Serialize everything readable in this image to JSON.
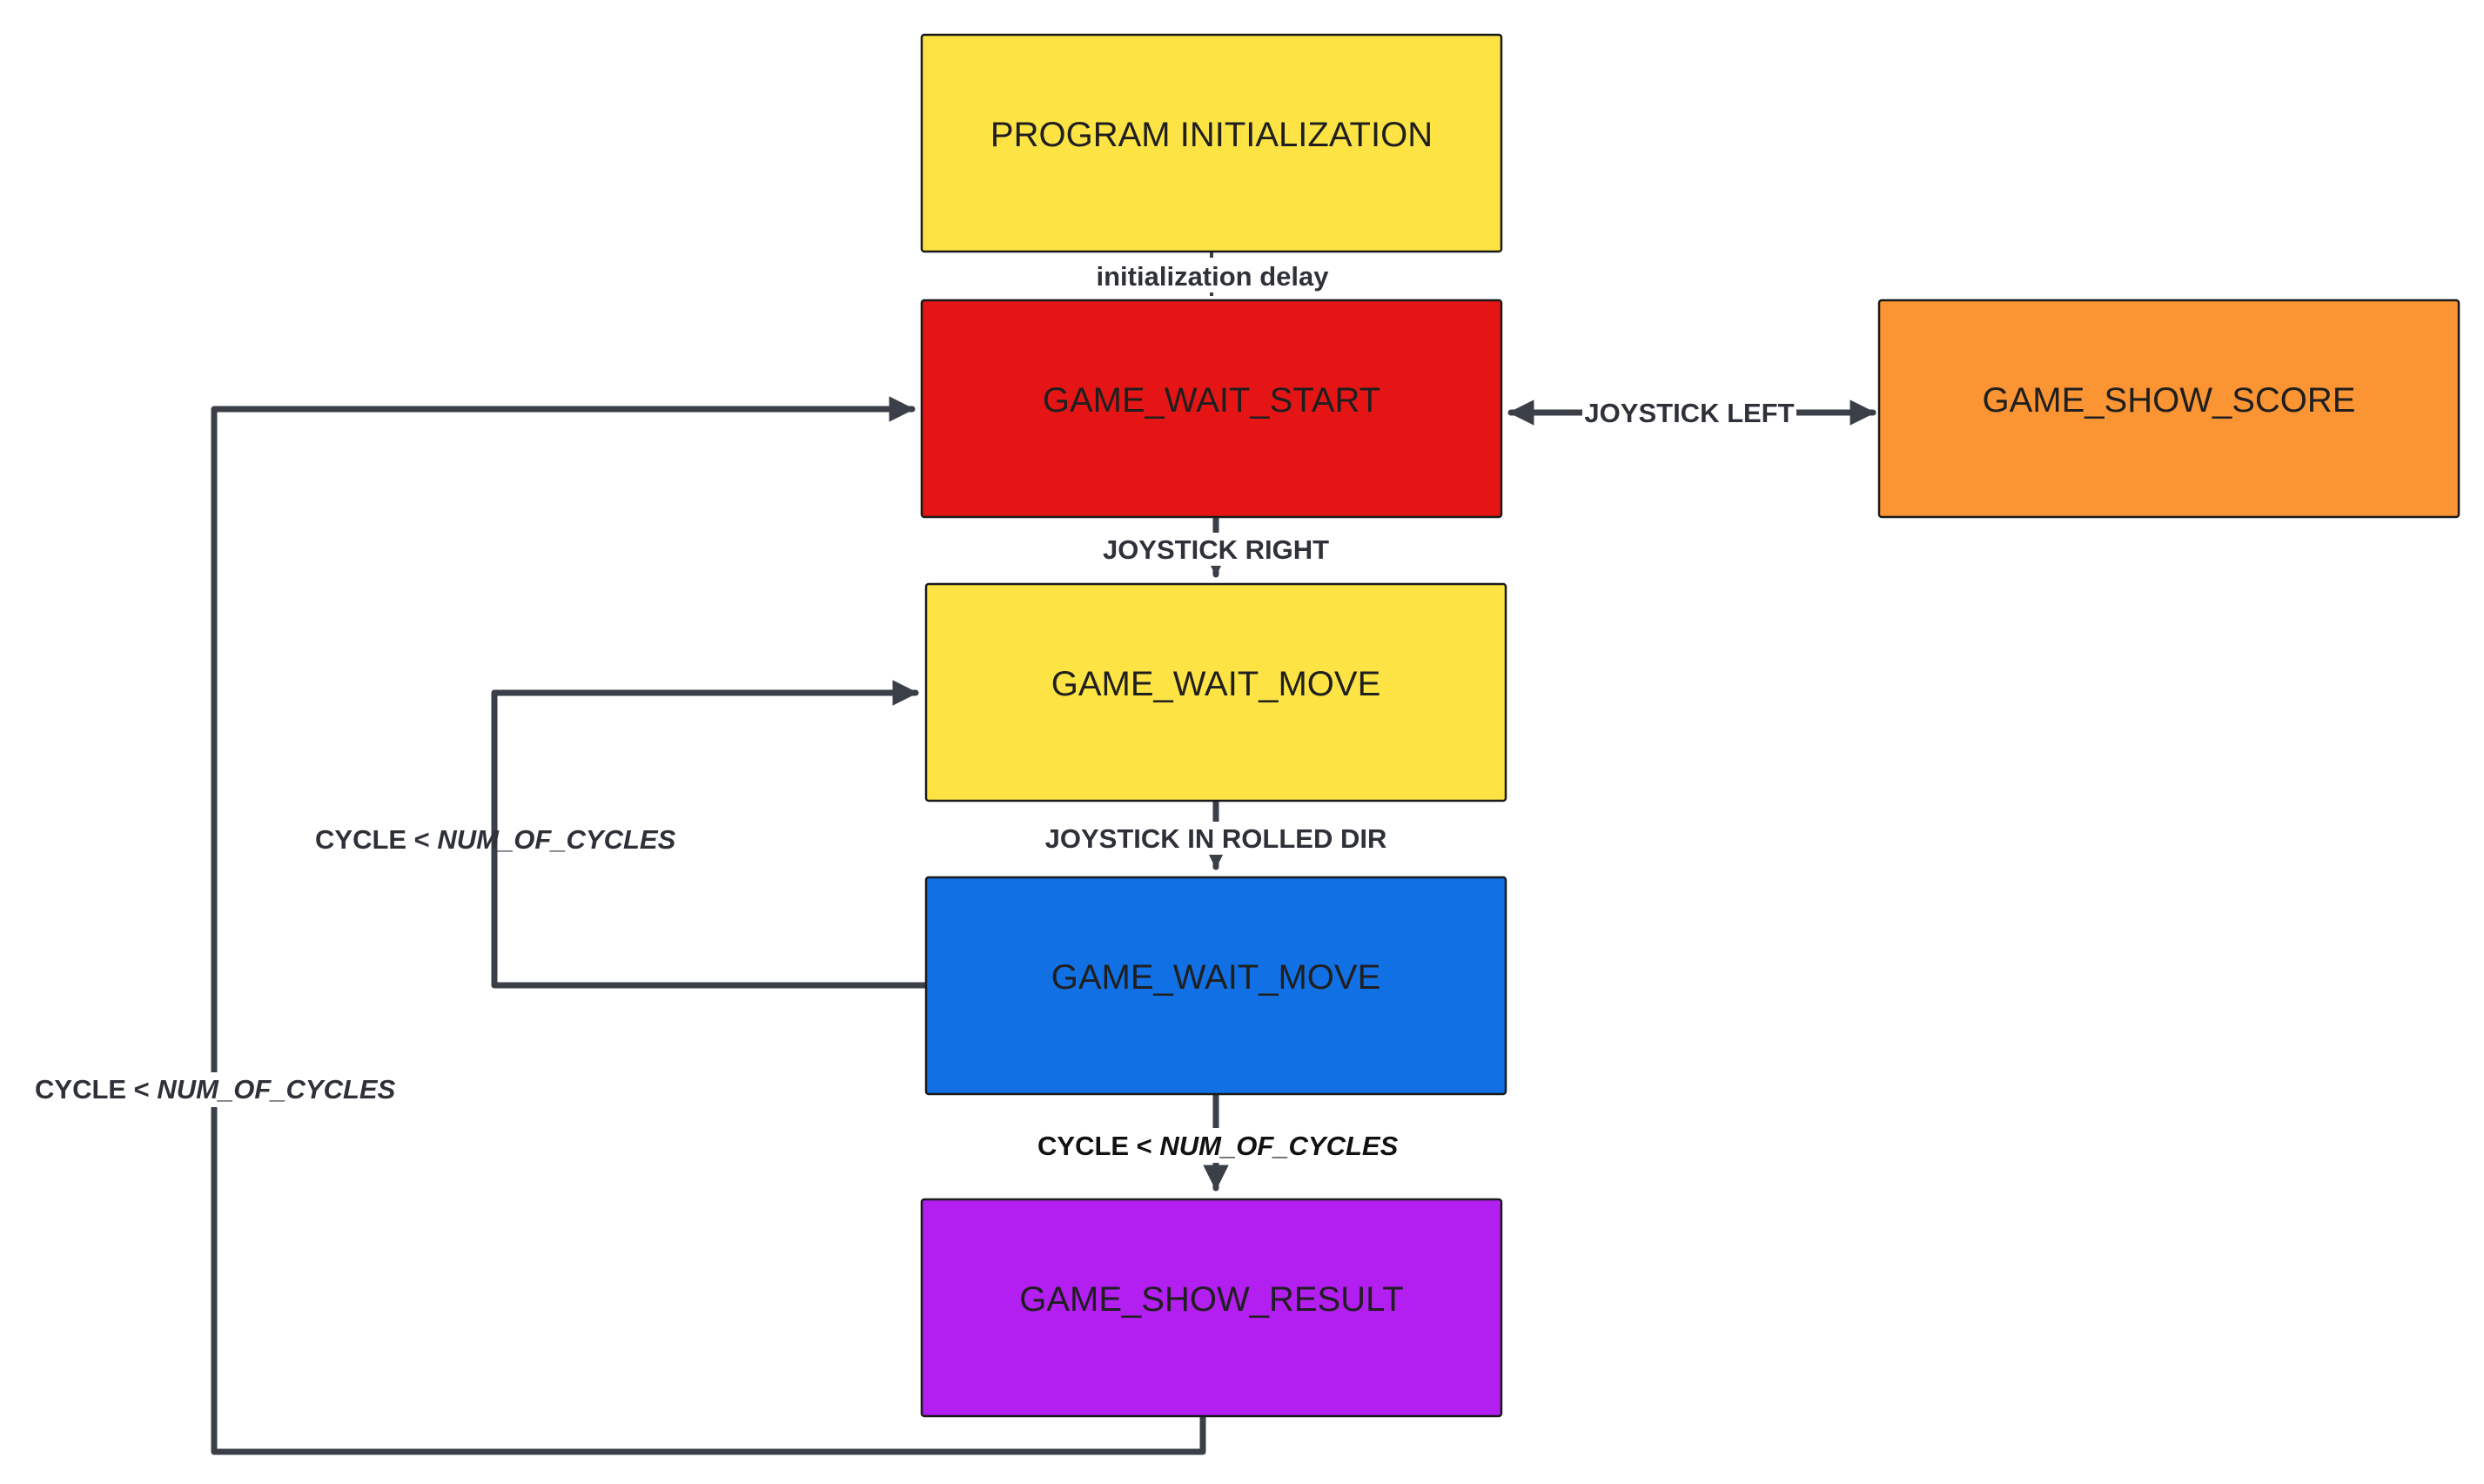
{
  "colors": {
    "yellow": "#fde444",
    "red": "#e61515",
    "orange": "#fb9433",
    "blue": "#1170e4",
    "purple": "#b21ff0",
    "edge": "#3a3f48",
    "text": "#1f1f1f"
  },
  "nodes": {
    "program_init": {
      "label": "PROGRAM INITIALIZATION"
    },
    "wait_start": {
      "label": "GAME_WAIT_START"
    },
    "show_score": {
      "label": "GAME_SHOW_SCORE"
    },
    "wait_move_1": {
      "label": "GAME_WAIT_MOVE"
    },
    "wait_move_2": {
      "label": "GAME_WAIT_MOVE"
    },
    "show_result": {
      "label": "GAME_SHOW_RESULT"
    }
  },
  "edges": {
    "init_to_start": {
      "label": "initialization delay"
    },
    "start_score": {
      "label": "JOYSTICK LEFT"
    },
    "start_to_move": {
      "label": "JOYSTICK RIGHT"
    },
    "move_to_move2": {
      "label": "JOYSTICK IN ROLLED DIR"
    },
    "move2_loop": {
      "label_prefix": "CYCLE < ",
      "label_var": "NUM_OF_CYCLES"
    },
    "move2_to_result": {
      "label_prefix": "CYCLE < ",
      "label_var": "NUM_OF_CYCLES"
    },
    "result_loop": {
      "label_prefix": "CYCLE < ",
      "label_var": "NUM_OF_CYCLES"
    }
  }
}
